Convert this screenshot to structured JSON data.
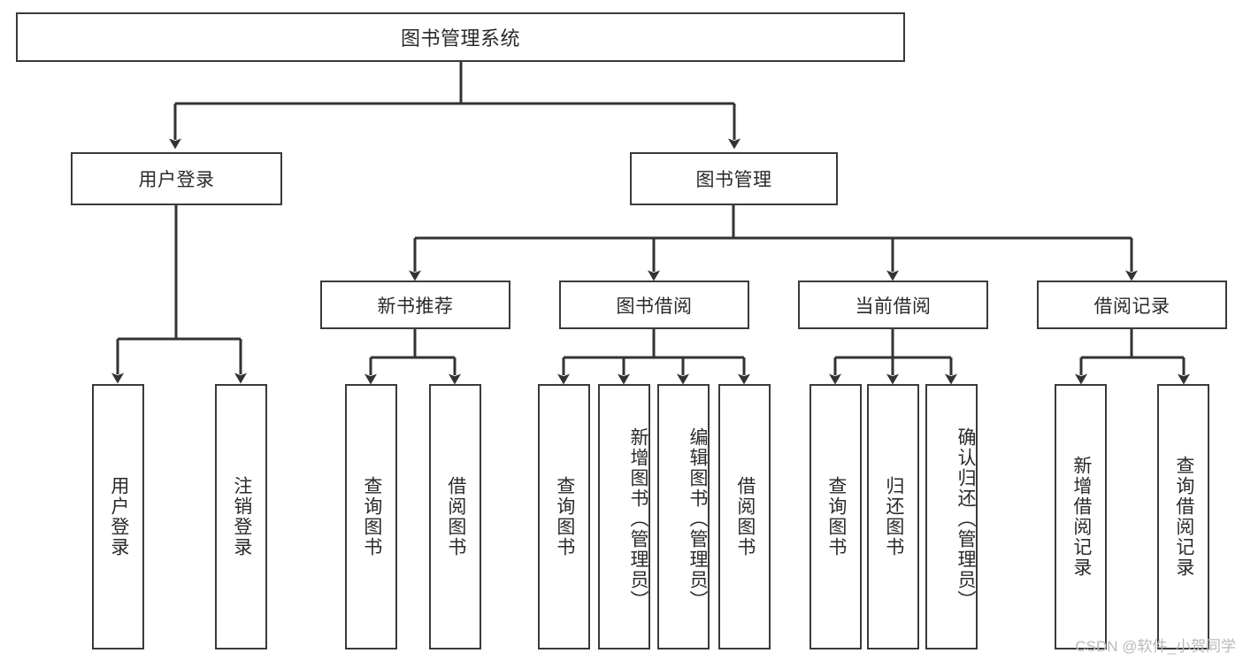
{
  "diagram": {
    "type": "hierarchical-tree",
    "title": "图书管理系统",
    "watermark": "CSDN @软件_小贺同学",
    "colors": {
      "box_border": "#3a3a3a",
      "box_fill": "#ffffff",
      "connector": "#333333",
      "text": "#2a2a2a",
      "watermark": "#b9b9b9",
      "background": "#ffffff"
    },
    "levels": [
      {
        "level": 1,
        "nodes": [
          {
            "id": "root",
            "label": "图书管理系统",
            "orientation": "horizontal"
          }
        ]
      },
      {
        "level": 2,
        "nodes": [
          {
            "id": "login",
            "label": "用户登录",
            "orientation": "horizontal",
            "parent": "root"
          },
          {
            "id": "bookmgmt",
            "label": "图书管理",
            "orientation": "horizontal",
            "parent": "root"
          }
        ]
      },
      {
        "level": 3,
        "nodes": [
          {
            "id": "newbook",
            "label": "新书推荐",
            "orientation": "horizontal",
            "parent": "bookmgmt"
          },
          {
            "id": "borrow",
            "label": "图书借阅",
            "orientation": "horizontal",
            "parent": "bookmgmt"
          },
          {
            "id": "current",
            "label": "当前借阅",
            "orientation": "horizontal",
            "parent": "bookmgmt"
          },
          {
            "id": "records",
            "label": "借阅记录",
            "orientation": "horizontal",
            "parent": "bookmgmt"
          }
        ]
      },
      {
        "level": 4,
        "nodes": [
          {
            "id": "leaf-user-login",
            "label": "用户登录",
            "orientation": "vertical",
            "parent": "login"
          },
          {
            "id": "leaf-user-logout",
            "label": "注销登录",
            "orientation": "vertical",
            "parent": "login"
          },
          {
            "id": "leaf-new-query",
            "label": "查询图书",
            "orientation": "vertical",
            "parent": "newbook"
          },
          {
            "id": "leaf-new-borrow",
            "label": "借阅图书",
            "orientation": "vertical",
            "parent": "newbook"
          },
          {
            "id": "leaf-borrow-query",
            "label": "查询图书",
            "orientation": "vertical",
            "parent": "borrow"
          },
          {
            "id": "leaf-borrow-add",
            "label": "新增图书（管理员）",
            "orientation": "vertical",
            "parent": "borrow"
          },
          {
            "id": "leaf-borrow-edit",
            "label": "编辑图书（管理员）",
            "orientation": "vertical",
            "parent": "borrow"
          },
          {
            "id": "leaf-borrow-take",
            "label": "借阅图书",
            "orientation": "vertical",
            "parent": "borrow"
          },
          {
            "id": "leaf-current-query",
            "label": "查询图书",
            "orientation": "vertical",
            "parent": "current"
          },
          {
            "id": "leaf-current-return",
            "label": "归还图书",
            "orientation": "vertical",
            "parent": "current"
          },
          {
            "id": "leaf-current-confirm",
            "label": "确认归还（管理员）",
            "orientation": "vertical",
            "parent": "current"
          },
          {
            "id": "leaf-record-add",
            "label": "新增借阅记录",
            "orientation": "vertical",
            "parent": "records"
          },
          {
            "id": "leaf-record-query",
            "label": "查询借阅记录",
            "orientation": "vertical",
            "parent": "records"
          }
        ]
      }
    ]
  }
}
